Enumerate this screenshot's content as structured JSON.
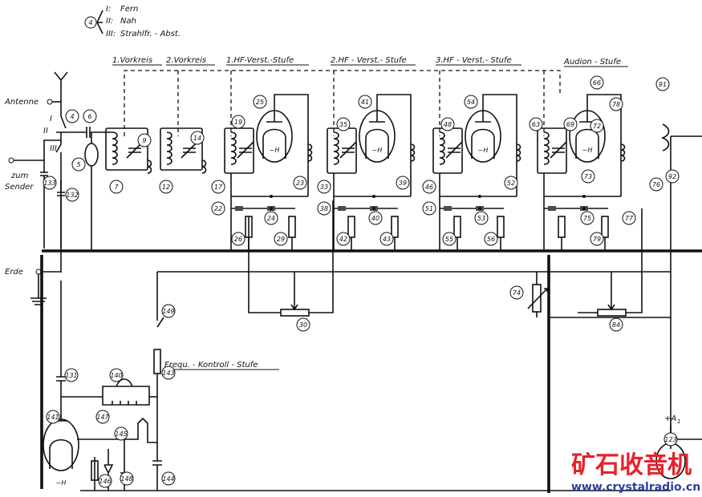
{
  "legend": {
    "circle_number": "4",
    "items": [
      {
        "key": "I:",
        "text": "Fern"
      },
      {
        "key": "II:",
        "text": "Nah"
      },
      {
        "key": "III:",
        "text": "Strahlfr. - Abst."
      }
    ]
  },
  "stages": [
    "1.Vorkreis",
    "2.Vorkreis",
    "1.HF-Verst.-Stufe",
    "2.HF - Verst.- Stufe",
    "3.HF - Verst.- Stufe",
    "Audion - Stufe"
  ],
  "control_stage": "Frequ. - Kontroll - Stufe",
  "labels": {
    "antenne": "Antenne",
    "zum": "zum",
    "sender": "Sender",
    "erde": "Erde",
    "a1": "+A",
    "a1_sub": "1",
    "switch_1": "I",
    "switch_2": "II",
    "switch_3": "III",
    "h": "~H"
  },
  "part_numbers": [
    "4",
    "6",
    "5",
    "133",
    "132",
    "7",
    "9",
    "12",
    "14",
    "19",
    "17",
    "25",
    "23",
    "22",
    "24",
    "26",
    "29",
    "30",
    "35",
    "33",
    "41",
    "39",
    "38",
    "40",
    "42",
    "43",
    "48",
    "46",
    "54",
    "52",
    "51",
    "53",
    "55",
    "56",
    "63",
    "66",
    "69",
    "72",
    "73",
    "91",
    "78",
    "92",
    "76",
    "75",
    "77",
    "79",
    "74",
    "84",
    "149",
    "143",
    "131",
    "140",
    "147",
    "141",
    "145",
    "146",
    "148",
    "144",
    "123"
  ],
  "watermark": {
    "chinese": "矿石收音机",
    "url": "www.crystalradio.cn"
  }
}
